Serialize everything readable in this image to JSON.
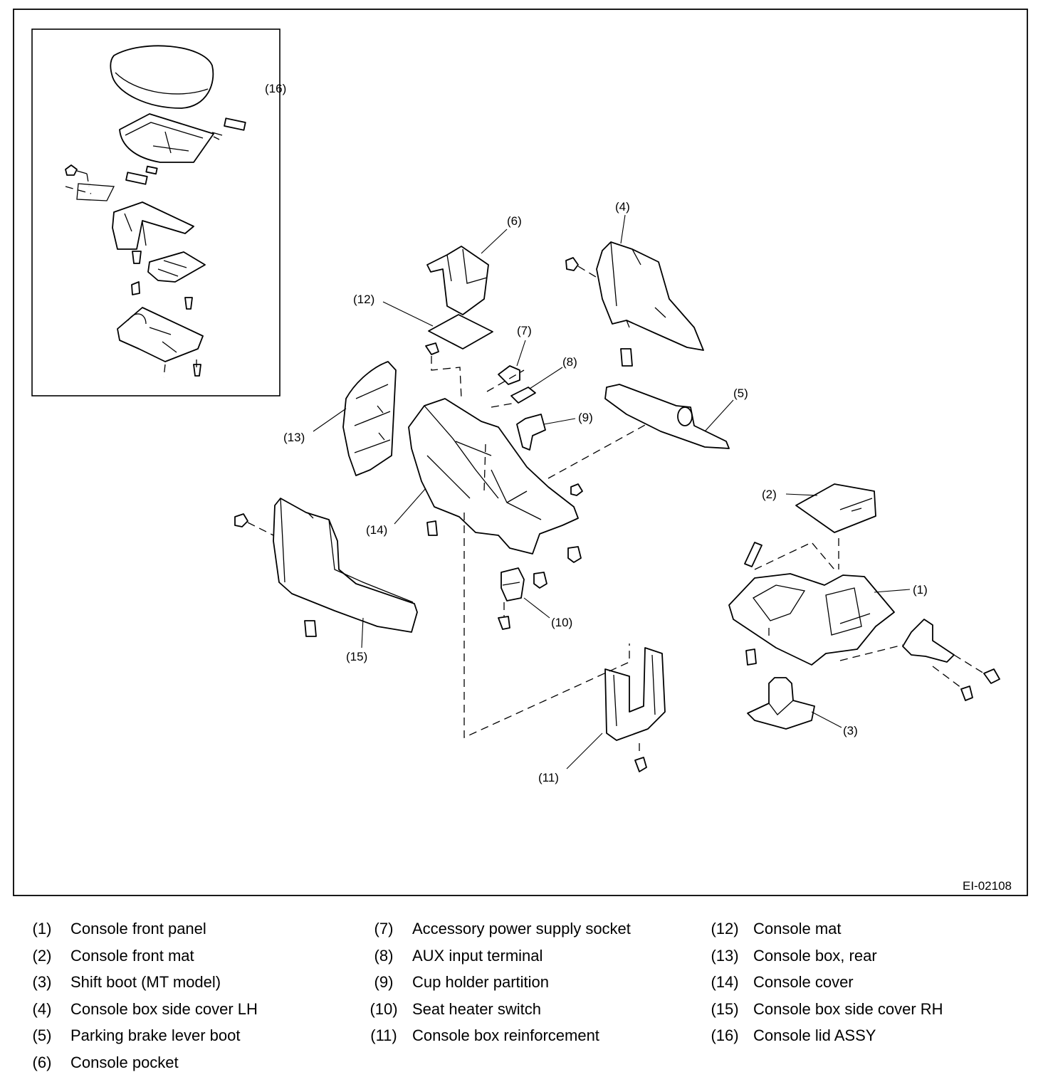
{
  "figure_id": "EI-02108",
  "callouts": {
    "c1": "(1)",
    "c2": "(2)",
    "c3": "(3)",
    "c4": "(4)",
    "c5": "(5)",
    "c6": "(6)",
    "c7": "(7)",
    "c8": "(8)",
    "c9": "(9)",
    "c10": "(10)",
    "c11": "(11)",
    "c12": "(12)",
    "c13": "(13)",
    "c14": "(14)",
    "c15": "(15)",
    "c16": "(16)"
  },
  "legend": [
    {
      "num": "(1)",
      "name": "Console front panel"
    },
    {
      "num": "(2)",
      "name": "Console front mat"
    },
    {
      "num": "(3)",
      "name": "Shift boot (MT model)"
    },
    {
      "num": "(4)",
      "name": "Console box side cover LH"
    },
    {
      "num": "(5)",
      "name": "Parking brake lever boot"
    },
    {
      "num": "(6)",
      "name": "Console pocket"
    },
    {
      "num": "(7)",
      "name": "Accessory power supply socket"
    },
    {
      "num": "(8)",
      "name": "AUX input terminal"
    },
    {
      "num": "(9)",
      "name": "Cup holder partition"
    },
    {
      "num": "(10)",
      "name": "Seat heater switch"
    },
    {
      "num": "(11)",
      "name": "Console box reinforcement"
    },
    {
      "num": "(12)",
      "name": "Console mat"
    },
    {
      "num": "(13)",
      "name": "Console box, rear"
    },
    {
      "num": "(14)",
      "name": "Console cover"
    },
    {
      "num": "(15)",
      "name": "Console box side cover RH"
    },
    {
      "num": "(16)",
      "name": "Console lid ASSY"
    }
  ]
}
